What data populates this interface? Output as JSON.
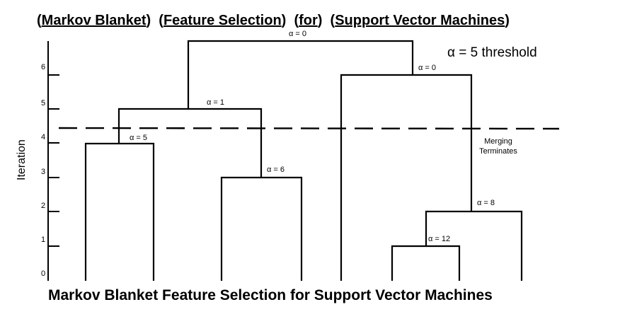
{
  "title": {
    "parts": [
      {
        "text": "Markov Blanket"
      },
      {
        "text": "Feature Selection"
      },
      {
        "text": "for"
      },
      {
        "text": "Support Vector Machines"
      }
    ]
  },
  "caption": "Markov Blanket Feature Selection for Support Vector Machines",
  "y_axis": {
    "label": "Iteration",
    "ticks": [
      "0",
      "1",
      "2",
      "3",
      "4",
      "5",
      "6"
    ]
  },
  "threshold": {
    "label": "α = 5 threshold",
    "level": 4.5,
    "note_line1": "Merging",
    "note_line2": "Terminates"
  },
  "merges": [
    {
      "label": "α = 0",
      "level": 7.0
    },
    {
      "label": "α = 0",
      "level": 6.0
    },
    {
      "label": "α = 1",
      "level": 5.0
    },
    {
      "label": "α = 5",
      "level": 4.0
    },
    {
      "label": "α = 6",
      "level": 3.0
    },
    {
      "label": "α = 8",
      "level": 2.0
    },
    {
      "label": "α = 12",
      "level": 1.0
    }
  ]
}
